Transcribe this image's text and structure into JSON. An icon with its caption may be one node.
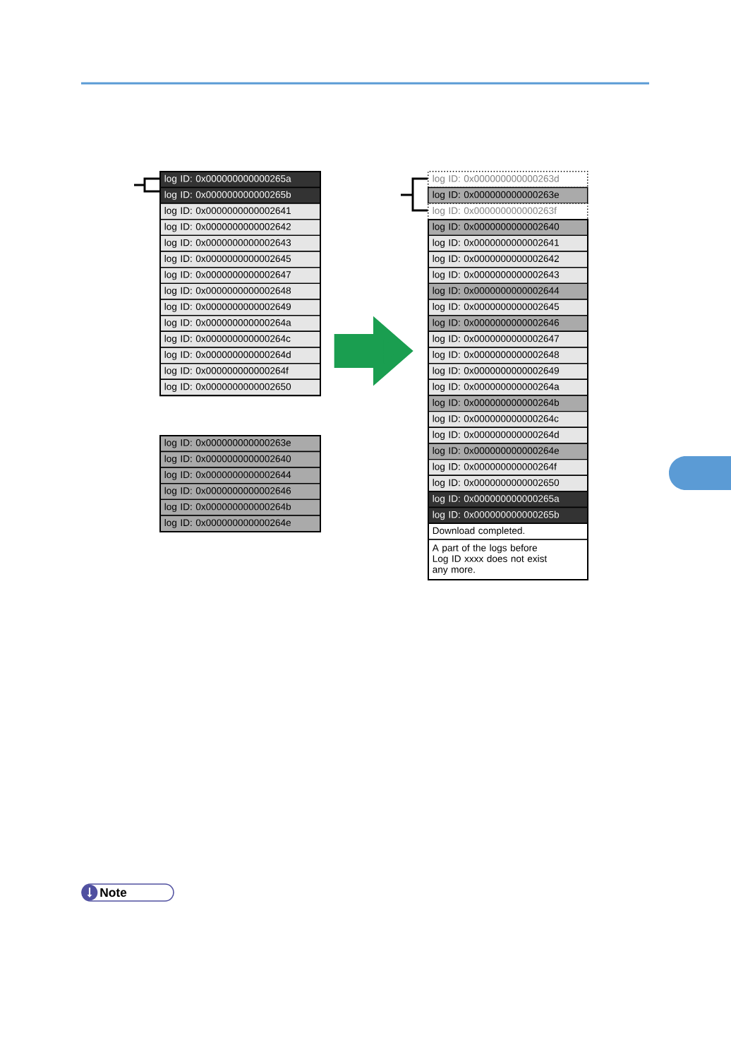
{
  "diagram": {
    "nodes": [
      {
        "text": [],
        "shape": "box"
      },
      {
        "text": [
          "log ID: 0x000000000000265a"
        ],
        "in": 0
      },
      {
        "text": [
          "log ID: 0x000000000000265b"
        ],
        "in": 0
      },
      {
        "text": [
          "log ID: 0x0000000000002641"
        ],
        "in": 0
      },
      {
        "text": [
          "log ID: 0x0000000000002642"
        ],
        "in": 0
      },
      {
        "text": [
          "log ID: 0x0000000000002643"
        ],
        "in": 0
      },
      {
        "text": [
          "log ID: 0x0000000000002645"
        ],
        "in": 0
      },
      {
        "text": [
          "log ID: 0x0000000000002647"
        ],
        "in": 0
      },
      {
        "text": [
          "log ID: 0x0000000000002648"
        ],
        "in": 0
      },
      {
        "text": [
          "log ID: 0x0000000000002649"
        ],
        "in": 0
      },
      {
        "text": [
          "log ID: 0x000000000000264a"
        ],
        "in": 0
      },
      {
        "text": [
          "log ID: 0x000000000000264c"
        ],
        "in": 0
      },
      {
        "text": [
          "log ID: 0x000000000000264d"
        ],
        "in": 0
      },
      {
        "text": [
          "log ID: 0x000000000000264f"
        ],
        "in": 0
      },
      {
        "text": [
          "log ID: 0x0000000000002650"
        ],
        "in": 0
      },
      {
        "text": [],
        "shape": "box"
      },
      {
        "text": [
          "log ID: 0x000000000000263e"
        ],
        "in": 15
      },
      {
        "text": [
          "log ID: 0x0000000000002640"
        ],
        "in": 15
      },
      {
        "text": [
          "log ID: 0x0000000000002644"
        ],
        "in": 15
      },
      {
        "text": [
          "log ID: 0x0000000000002646"
        ],
        "in": 15
      },
      {
        "text": [
          "log ID: 0x000000000000264b"
        ],
        "in": 15
      },
      {
        "text": [
          "log ID: 0x000000000000264e"
        ],
        "in": 15
      },
      {
        "text": [
          "log ID: 0x000000000000263d"
        ]
      },
      {
        "text": [
          "log ID: 0x000000000000263e"
        ]
      },
      {
        "text": [
          "log ID: 0x000000000000263f"
        ]
      },
      {
        "text": [],
        "shape": "box"
      },
      {
        "text": [
          "log ID: 0x0000000000002640"
        ],
        "in": 25
      },
      {
        "text": [
          "log ID: 0x0000000000002641"
        ],
        "in": 25
      },
      {
        "text": [
          "log ID: 0x0000000000002642"
        ],
        "in": 25
      },
      {
        "text": [
          "log ID: 0x0000000000002643"
        ],
        "in": 25
      },
      {
        "text": [
          "log ID: 0x0000000000002644"
        ],
        "in": 25
      },
      {
        "text": [
          "log ID: 0x0000000000002645"
        ],
        "in": 25
      },
      {
        "text": [
          "log ID: 0x0000000000002646"
        ],
        "in": 25
      },
      {
        "text": [
          "log ID: 0x0000000000002647"
        ],
        "in": 25
      },
      {
        "text": [
          "log ID: 0x0000000000002648"
        ],
        "in": 25
      },
      {
        "text": [
          "log ID: 0x0000000000002649"
        ],
        "in": 25
      },
      {
        "text": [
          "log ID: 0x000000000000264a"
        ],
        "in": 25
      },
      {
        "text": [
          "log ID: 0x000000000000264b"
        ],
        "in": 25
      },
      {
        "text": [
          "log ID: 0x000000000000264c"
        ],
        "in": 25
      },
      {
        "text": [
          "log ID: 0x000000000000264d"
        ],
        "in": 25
      },
      {
        "text": [
          "log ID: 0x000000000000264e"
        ],
        "in": 25
      },
      {
        "text": [
          "log ID: 0x000000000000264f"
        ],
        "in": 25
      },
      {
        "text": [
          "log ID: 0x0000000000002650"
        ],
        "in": 25
      },
      {
        "text": [
          "log ID: 0x000000000000265a"
        ],
        "in": 25
      },
      {
        "text": [
          "log ID: 0x000000000000265b"
        ],
        "in": 25
      },
      {
        "text": [
          "Download completed."
        ],
        "in": 25
      },
      {
        "text": [
          "A part of the logs before Log ID xxxx does not exist any more."
        ],
        "in": 25
      }
    ],
    "edges": [
      {
        "from": 0,
        "to": 25,
        "arrow": "to",
        "color": "#1a9e50"
      }
    ],
    "labels": [
      "Note"
    ]
  }
}
